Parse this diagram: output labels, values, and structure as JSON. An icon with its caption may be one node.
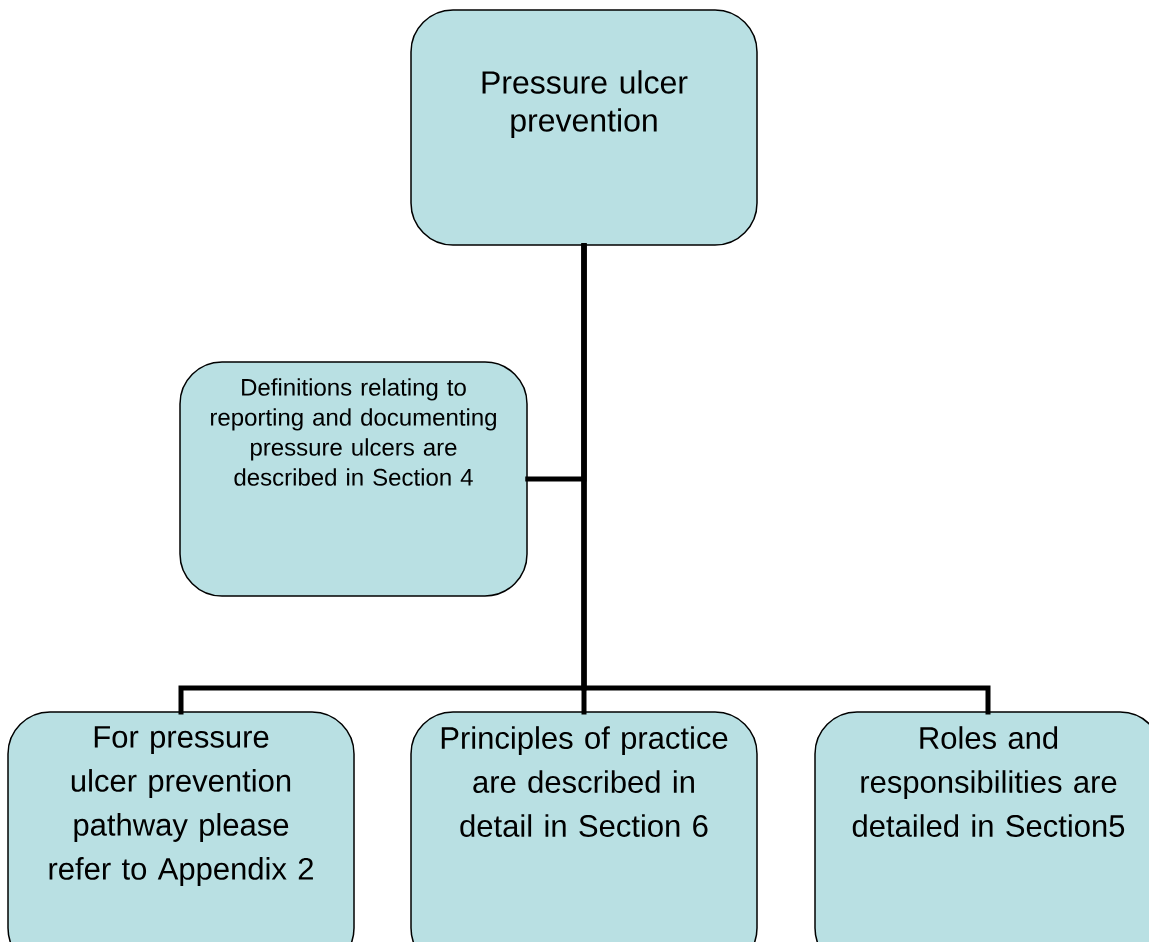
{
  "diagram": {
    "nodes": [
      {
        "text": [
          "Pressure ulcer prevention"
        ]
      },
      {
        "text": [
          "Definitions relating to reporting and documenting pressure ulcers are described in Section 4"
        ]
      },
      {
        "text": [
          "For pressure ulcer prevention pathway please refer to Appendix 2"
        ]
      },
      {
        "text": [
          "Principles of practice are described in detail in Section 6"
        ]
      },
      {
        "text": [
          "Roles and responsibilities are detailed in Section5"
        ]
      }
    ],
    "edges": [
      {
        "from": 0,
        "to": 1,
        "arrow": "none"
      },
      {
        "from": 0,
        "to": 2,
        "arrow": "none"
      },
      {
        "from": 0,
        "to": 3,
        "arrow": "none"
      },
      {
        "from": 0,
        "to": 4,
        "arrow": "none"
      }
    ]
  }
}
